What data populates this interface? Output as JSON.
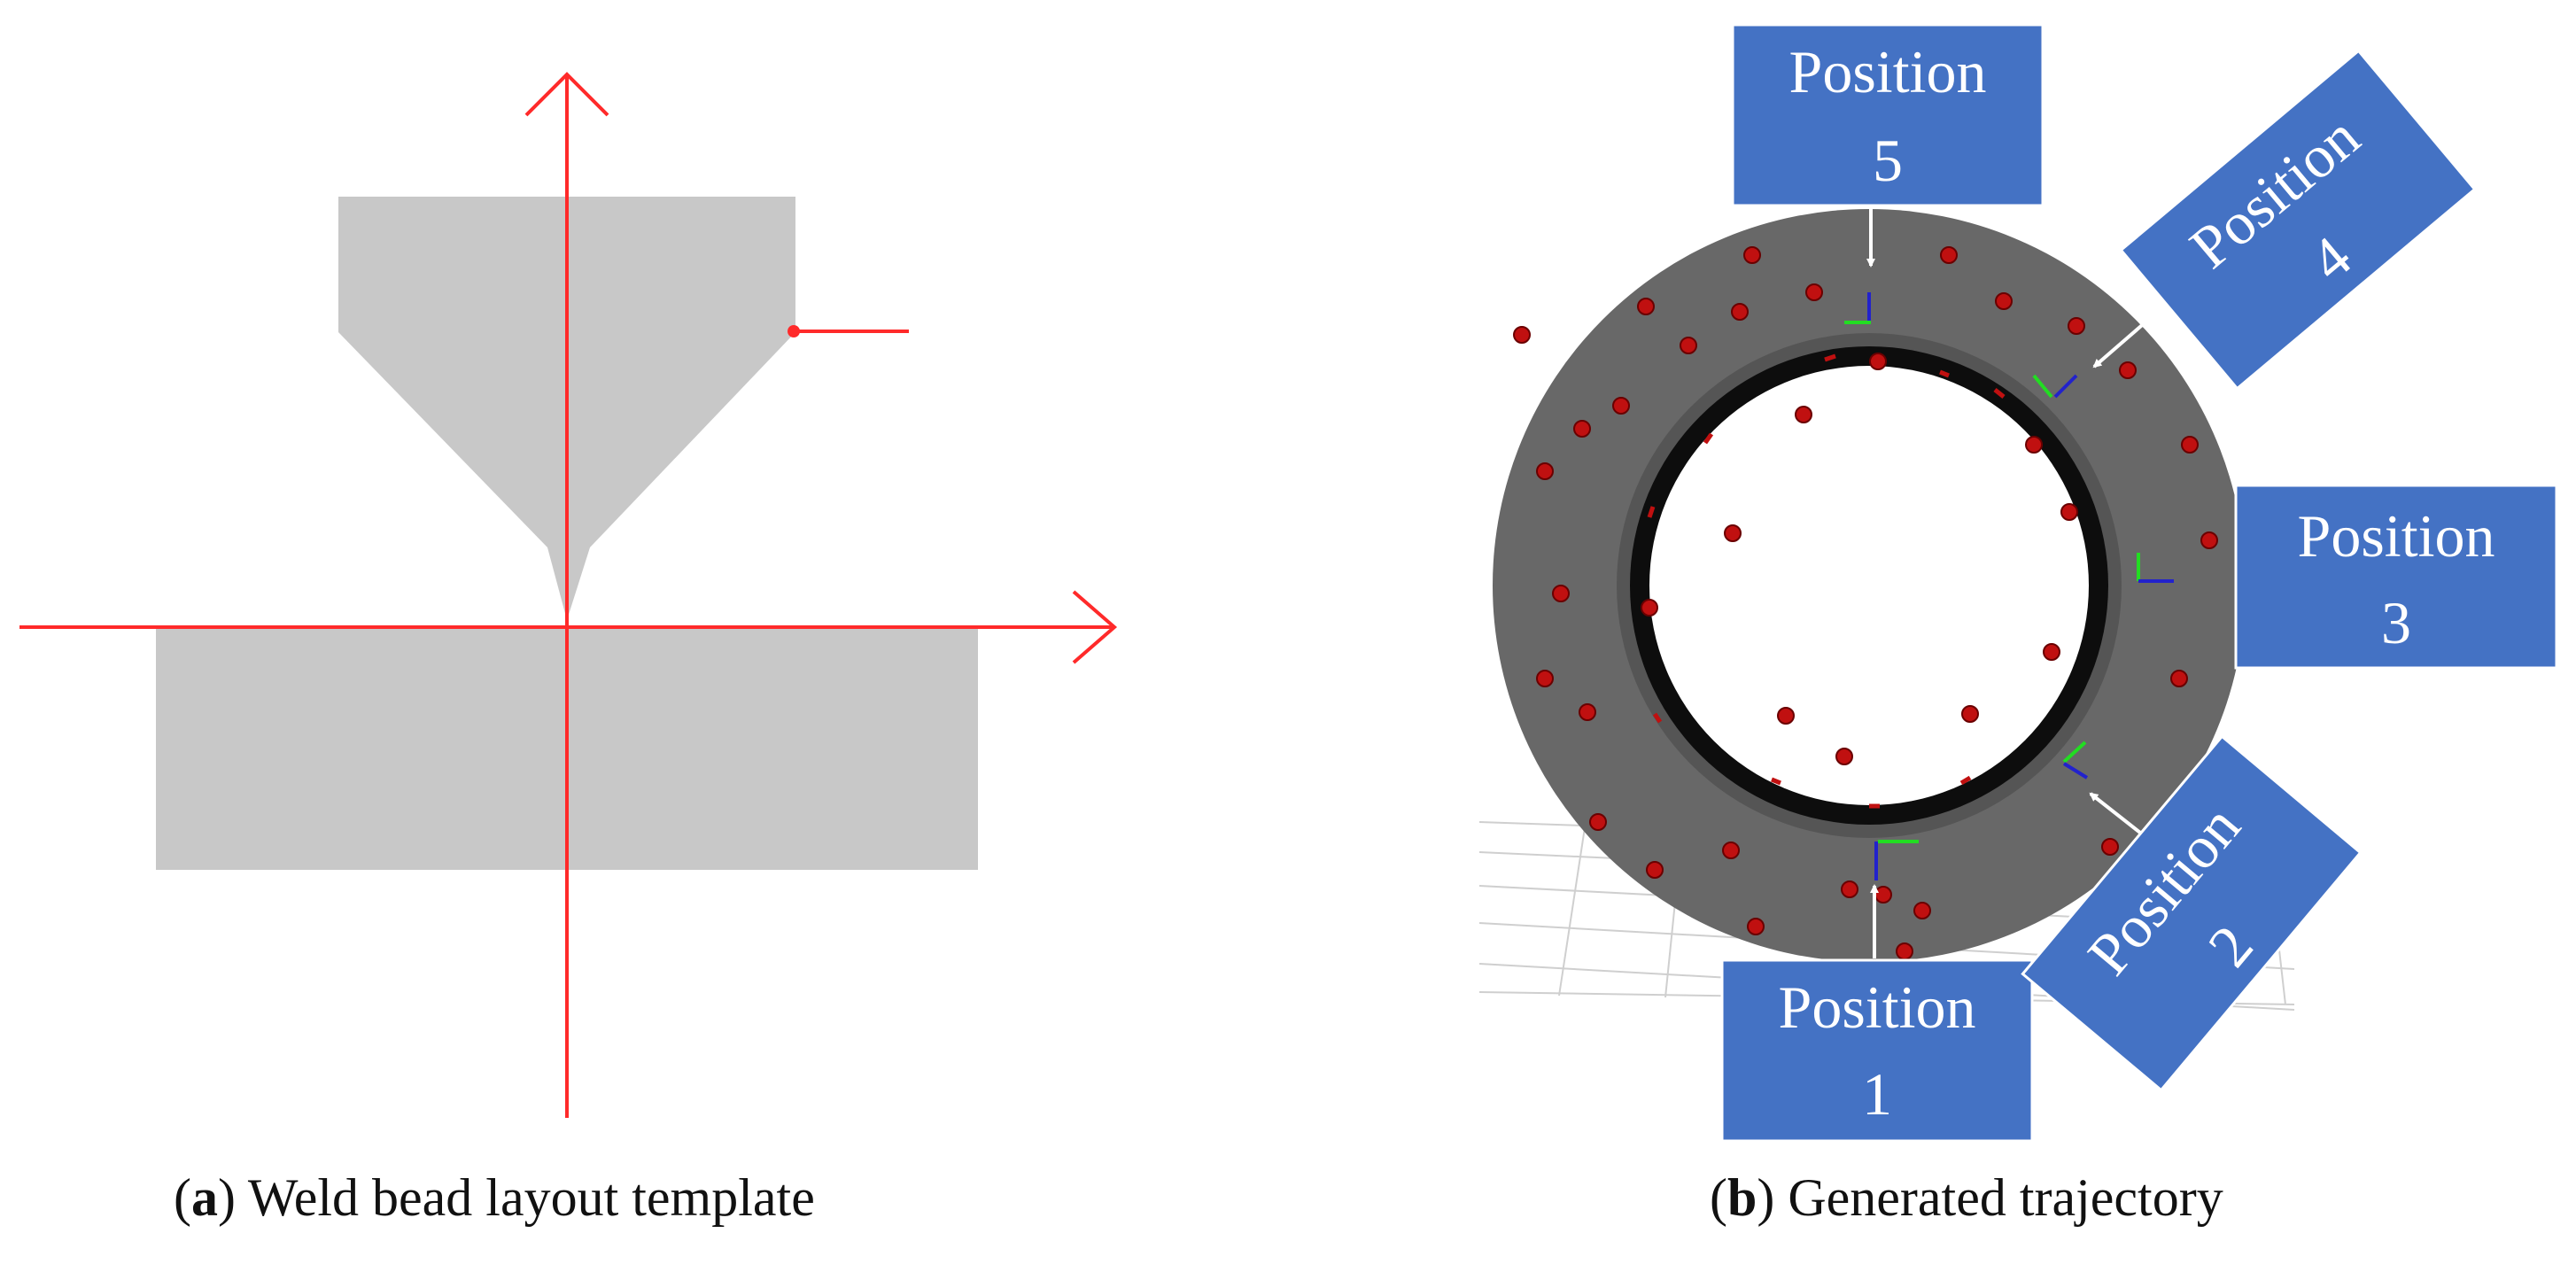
{
  "panel_a": {
    "caption_letter": "a",
    "caption_text": "Weld bead layout template"
  },
  "panel_b": {
    "caption_letter": "b",
    "caption_text": "Generated trajectory",
    "positions": [
      {
        "line1": "Position",
        "line2": "1"
      },
      {
        "line1": "Position",
        "line2": "2"
      },
      {
        "line1": "Position",
        "line2": "3"
      },
      {
        "line1": "Position",
        "line2": "4"
      },
      {
        "line1": "Position",
        "line2": "5"
      }
    ]
  },
  "colors": {
    "axis": "#ff2a2a",
    "template_shape": "#c8c8c8",
    "ring_outer": "#686868",
    "ring_inner": "#0d0d0d",
    "weld_point": "#c01010",
    "label_box": "#4472c4",
    "label_text": "#ffffff",
    "frame_green": "#22dd22",
    "frame_blue": "#2222cc",
    "arrow": "#ffffff"
  }
}
